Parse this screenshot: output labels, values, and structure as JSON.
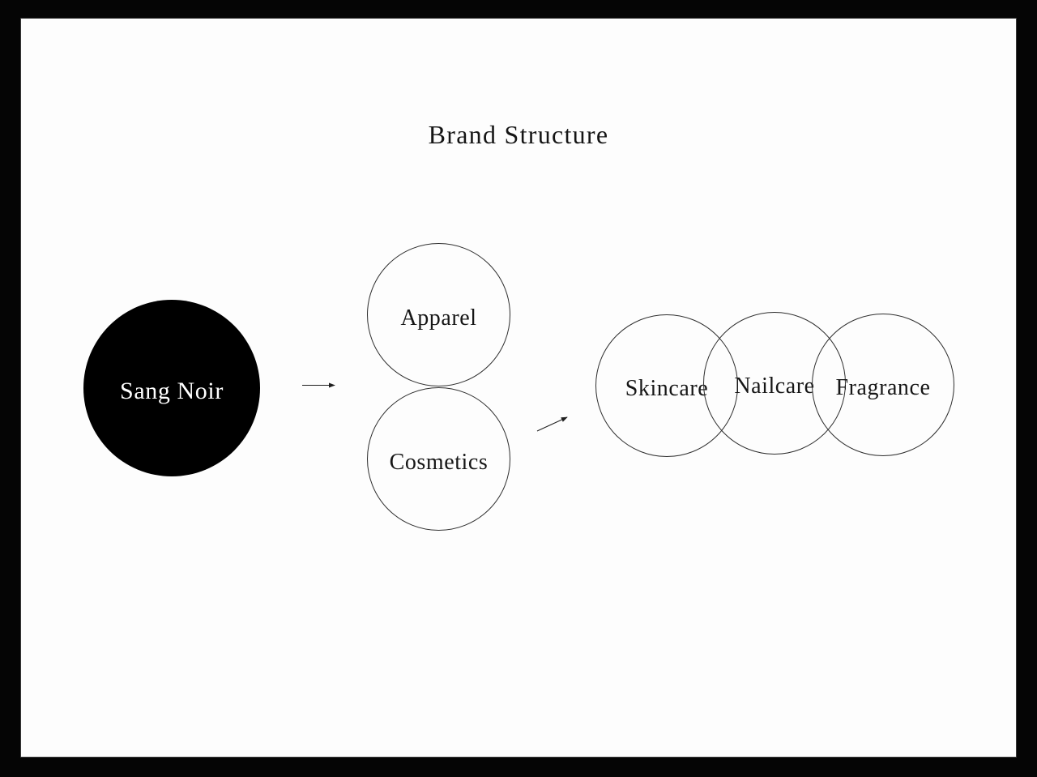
{
  "frame": {
    "border_color": "#000000",
    "background_color": "#fdfdfd"
  },
  "diagram": {
    "title": "Brand Structure",
    "nodes": {
      "root": {
        "label": "Sang Noir",
        "fill": "#000000",
        "text_color": "#ffffff"
      },
      "apparel": {
        "label": "Apparel",
        "fill": "none",
        "text_color": "#161616"
      },
      "cosmetics": {
        "label": "Cosmetics",
        "fill": "none",
        "text_color": "#161616"
      },
      "skincare": {
        "label": "Skincare",
        "fill": "none",
        "text_color": "#161616"
      },
      "nailcare": {
        "label": "Nailcare",
        "fill": "none",
        "text_color": "#161616"
      },
      "fragrance": {
        "label": "Fragrance",
        "fill": "none",
        "text_color": "#161616"
      }
    },
    "edges": [
      {
        "from": "Sang Noir",
        "to": "Apparel / Cosmetics",
        "style": "arrow"
      },
      {
        "from": "Cosmetics",
        "to": "Skincare / Nailcare / Fragrance",
        "style": "arrow"
      }
    ],
    "colors": {
      "node_stroke": "#2e2e2e",
      "arrow": "#1f1f1f",
      "text": "#161616"
    }
  }
}
